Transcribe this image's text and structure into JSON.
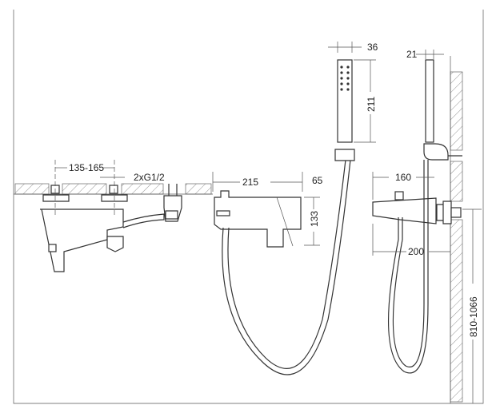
{
  "drawing": {
    "dimensions": {
      "inlet_spacing": "135-165",
      "inlet_thread": "2xG1/2",
      "spout_length": "215",
      "body_depth": "65",
      "body_height": "133",
      "handshower_width": "36",
      "handshower_length": "211",
      "handshower_thickness": "21",
      "wall_spout_projection": "160",
      "wall_projection_total": "200",
      "mounting_height": "810-1066"
    }
  }
}
